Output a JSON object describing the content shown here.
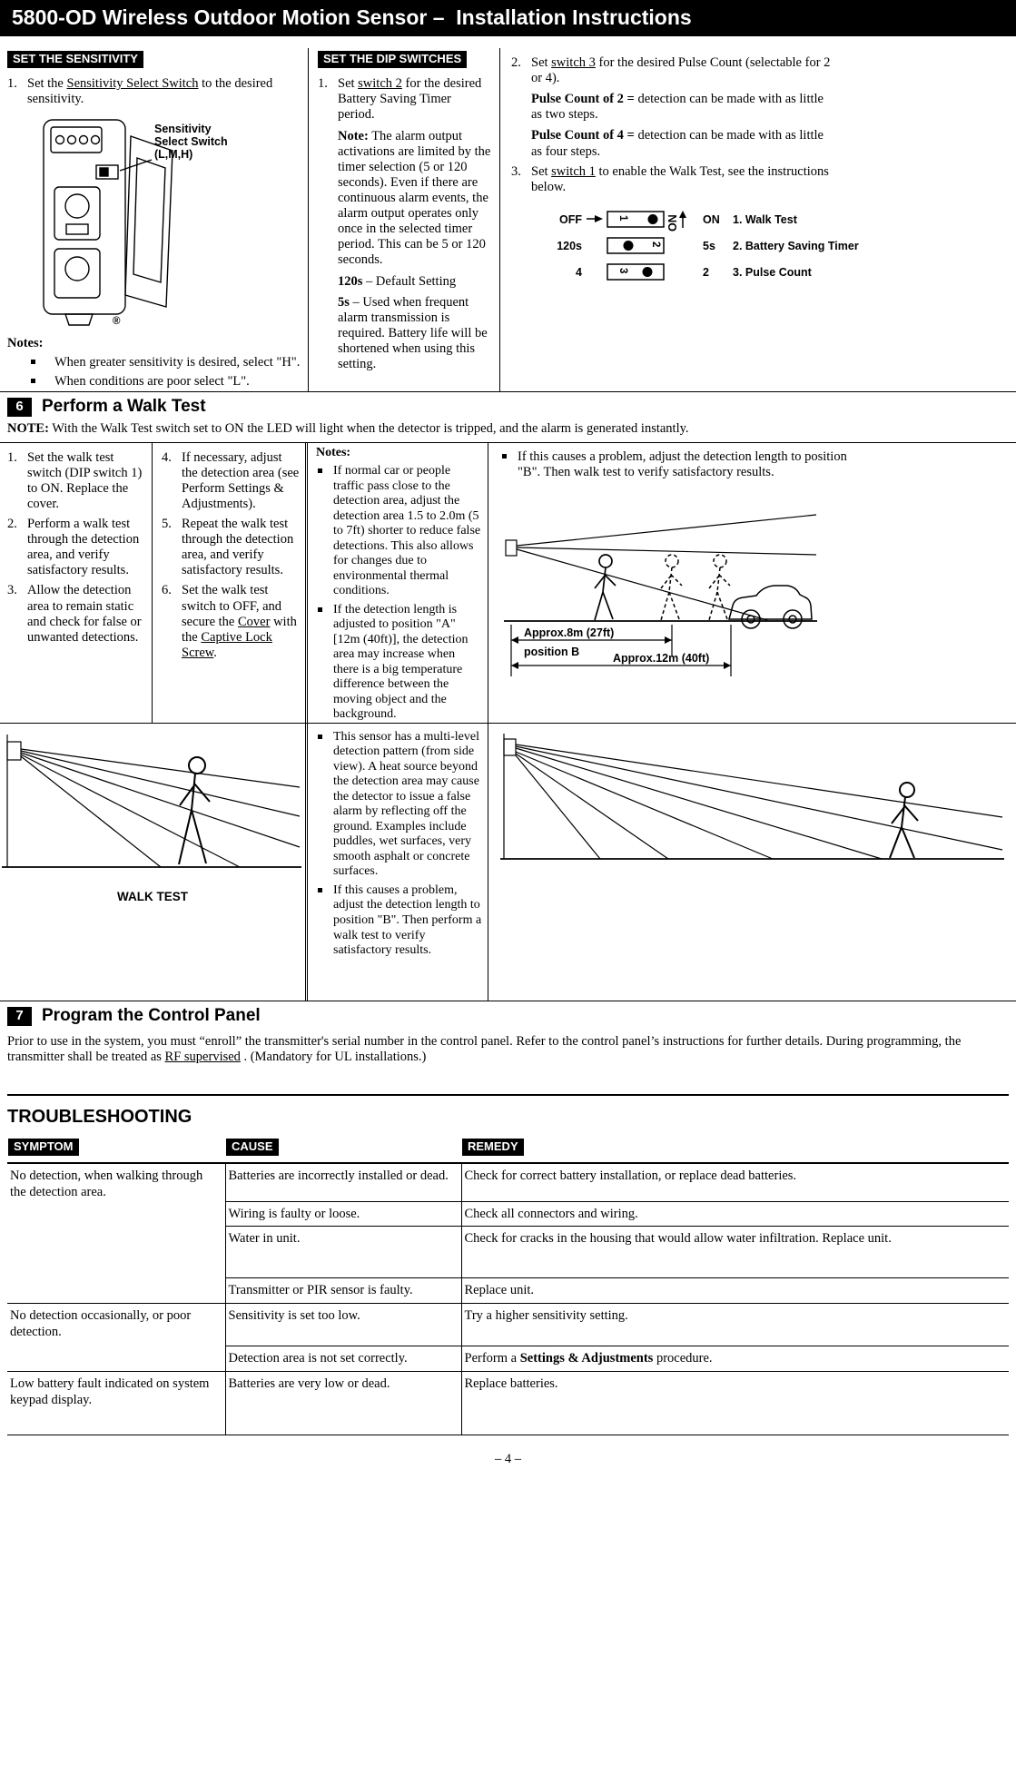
{
  "header": {
    "title": "5800-OD Wireless Outdoor Motion Sensor –  Installation Instructions"
  },
  "sensitivity": {
    "heading": "SET THE SENSITIVITY",
    "step1_num": "1.",
    "step1": {
      "pre": "Set the ",
      "u": "Sensitivity Select Switch",
      "post": " to the desired sensitivity."
    },
    "diagram": {
      "label1": "Sensitivity",
      "label2": "Select Switch",
      "label3": "(L,M,H)",
      "reg": "®"
    },
    "notes_label": "Notes:",
    "notes": [
      "When greater sensitivity is desired, select \"H\".",
      "When conditions are poor select \"L\"."
    ]
  },
  "dip": {
    "heading": "SET THE DIP SWITCHES",
    "step1_num": "1.",
    "step1": {
      "pre": "Set ",
      "u": "switch 2",
      "post": " for the desired Battery Saving Timer period."
    },
    "note": {
      "b": "Note:",
      "text": " The alarm output activations are limited by the timer selection (5 or 120 seconds).  Even if there are continuous alarm events, the alarm output operates only once in the selected timer period.  This can be 5 or 120 seconds."
    },
    "s120": {
      "b": "120s",
      "text": " – Default Setting"
    },
    "s5": {
      "b": "5s",
      "text": " – Used when frequent alarm transmission is required.  Battery life will be shortened when using this setting."
    },
    "step2_num": "2.",
    "step2": {
      "pre": "Set ",
      "u": "switch 3",
      "post": " for the desired Pulse Count (selectable for 2 or 4)."
    },
    "pulse2": {
      "b": "Pulse Count of 2 =",
      "text": " detection can be made with as little as two steps."
    },
    "pulse4": {
      "b": "Pulse Count of 4 =",
      "text": " detection can be made with as little as four steps."
    },
    "step3_num": "3.",
    "step3": {
      "pre": "Set ",
      "u": "switch 1",
      "post": " to enable the Walk Test, see the instructions below."
    },
    "diagram": {
      "left_labels": [
        "OFF",
        "120s",
        "4"
      ],
      "on_vertical": "ON",
      "switch_numbers": [
        "1",
        "2",
        "3"
      ],
      "rows": [
        {
          "value": "ON",
          "name": "1. Walk Test"
        },
        {
          "value": "5s",
          "name": "2. Battery Saving Timer"
        },
        {
          "value": "2",
          "name": "3. Pulse Count"
        }
      ]
    }
  },
  "walktest": {
    "number": "6",
    "title": "Perform a Walk Test",
    "note": {
      "b": "NOTE:",
      "text": " With the Walk Test switch set to ON the LED will light when the detector is tripped, and the alarm is generated instantly."
    },
    "col1": [
      {
        "num": "1.",
        "text": "Set the walk test switch (DIP switch 1) to ON.  Replace the cover."
      },
      {
        "num": "2.",
        "text": "Perform a walk test through the detection area, and verify satisfactory results."
      },
      {
        "num": "3.",
        "text": "Allow the detection area to remain static and check for false or unwanted detections."
      }
    ],
    "col2_items": [
      {
        "num": "4.",
        "text": "If necessary, adjust the detection area (see Perform Settings & Adjustments)."
      },
      {
        "num": "5.",
        "text": "Repeat the walk test through the detection area, and verify satisfactory results."
      }
    ],
    "col2_item6": {
      "num": "6.",
      "p1": "Set the walk test switch to OFF, and secure the ",
      "u1": "Cover",
      "p2": " with the ",
      "u2": "Captive Lock Screw",
      "p3": "."
    },
    "notes_label": "Notes:",
    "col3_bullets": [
      "If normal car or people traffic pass close to the detection area, adjust the detection area 1.5 to 2.0m (5 to 7ft) shorter to reduce false detections.  This also allows for changes due to environmental thermal conditions.",
      "If the detection length is adjusted to position \"A\" [12m (40ft)], the detection area may increase when there is a big temperature difference between the moving object and the background."
    ],
    "col4_bullet": "If this causes a problem, adjust the detection length to position \"B\".  Then walk test to verify satisfactory results.",
    "car_diagram": {
      "dim1": "Approx.8m (27ft)",
      "dim2": "position B",
      "dim3": "Approx.12m (40ft)"
    },
    "walk_caption": "WALK TEST",
    "col3_lower_bullets": [
      "This sensor has a multi-level detection pattern (from side view).  A heat source beyond the detection area may cause the detector to issue a false alarm by reflecting off the ground.  Examples include puddles, wet surfaces, very smooth asphalt or concrete surfaces.",
      "If this causes a problem, adjust the detection length to position \"B\".  Then perform a walk test to verify satisfactory results."
    ]
  },
  "program": {
    "number": "7",
    "title": "Program the Control Panel",
    "para": {
      "p1": "Prior to use in the system, you must “enroll” the transmitter's serial number in the control panel.  Refer to the control panel’s instructions for further details.  During programming, the transmitter shall be treated as ",
      "u": "RF supervised",
      "p2": " .  (Mandatory for UL installations.)"
    }
  },
  "troubleshooting": {
    "heading": "TROUBLESHOOTING",
    "col_symptom": "SYMPTOM",
    "col_cause": "CAUSE",
    "col_remedy": "REMEDY",
    "groups": [
      {
        "symptom": "No detection, when walking through the detection area.",
        "rows": [
          {
            "cause": "Batteries are incorrectly installed or dead.",
            "remedy": "Check for correct battery installation, or replace dead batteries."
          },
          {
            "cause": "Wiring is faulty or loose.",
            "remedy": "Check all connectors and wiring."
          },
          {
            "cause": "Water in unit.",
            "remedy": "Check for cracks in the housing that would allow water infiltration.  Replace unit."
          },
          {
            "cause": "Transmitter or PIR sensor is faulty.",
            "remedy": "Replace unit."
          }
        ]
      },
      {
        "symptom": "No detection occasionally, or poor detection.",
        "rows": [
          {
            "cause": "Sensitivity is set too low.",
            "remedy": "Try a higher sensitivity setting."
          },
          {
            "cause": "Detection area is not set correctly.",
            "remedy_p1": "Perform a ",
            "remedy_b": "Settings & Adjustments",
            "remedy_p2": " procedure."
          }
        ]
      },
      {
        "symptom": "Low battery fault indicated on system keypad display.",
        "rows": [
          {
            "cause": "Batteries are very low or dead.",
            "remedy": "Replace batteries."
          }
        ]
      }
    ]
  },
  "footer": {
    "page": "– 4 –"
  }
}
